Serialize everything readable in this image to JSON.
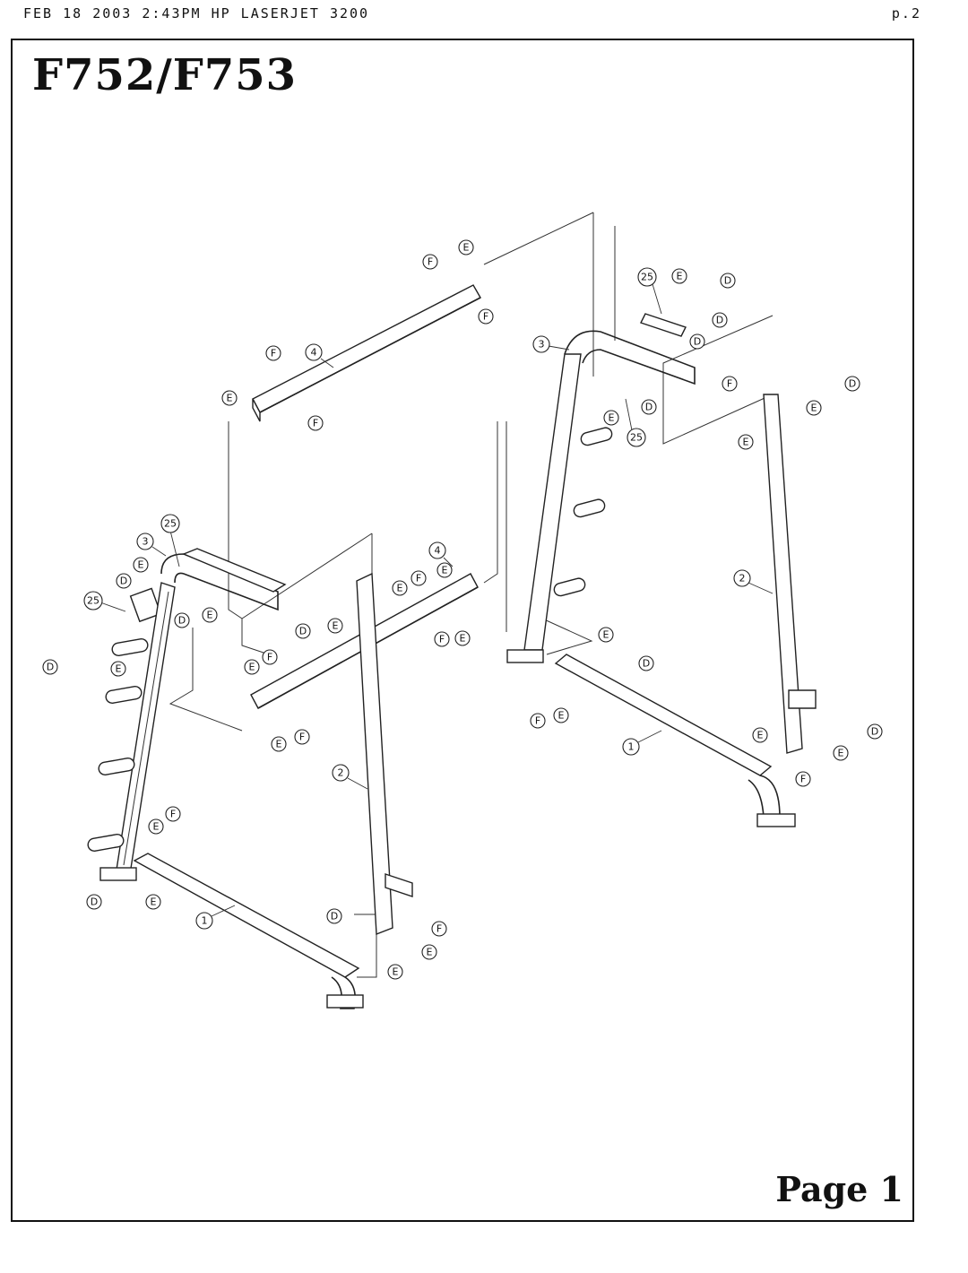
{
  "fax": {
    "header": "FEB 18 2003 2:43PM    HP LASERJET 3200",
    "page_number": "p.2"
  },
  "document": {
    "model": "F752/F753",
    "page_label": "Page 1"
  },
  "part_labels": {
    "base": "1",
    "upright": "2",
    "top_frame": "3",
    "crossbar": "4",
    "bracket": "25",
    "bolt": "D",
    "washer": "E",
    "nut": "F"
  }
}
